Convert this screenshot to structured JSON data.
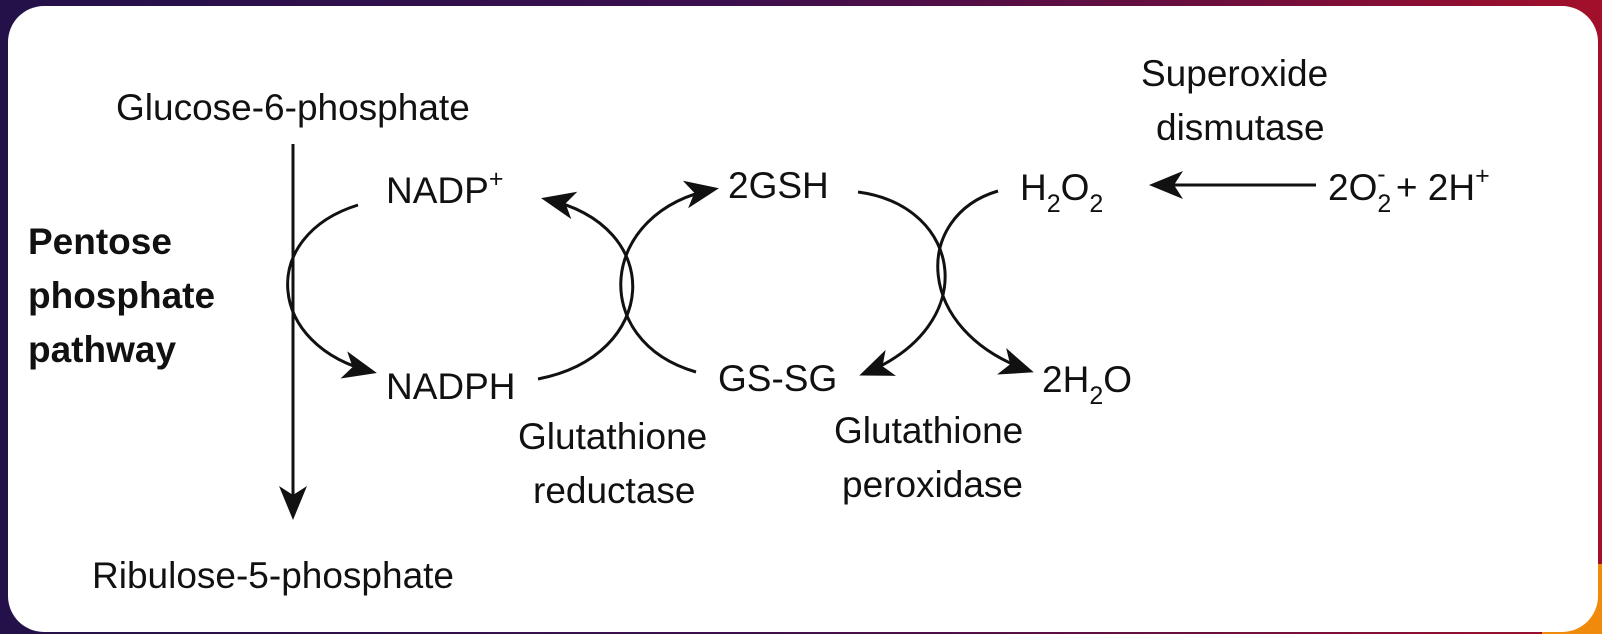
{
  "diagram": {
    "glucose6p": "Glucose-6-phosphate",
    "ribulose5p": "Ribulose-5-phosphate",
    "ppp_line1": "Pentose",
    "ppp_line2": "phosphate",
    "ppp_line3": "pathway",
    "nadp_base": "NADP",
    "nadp_sup": "+",
    "nadph": "NADPH",
    "gsh": "2GSH",
    "gssg": "GS-SG",
    "h2o2_h": "H",
    "h2o2_sub1": "2",
    "h2o2_o": "O",
    "h2o2_sub2": "2",
    "h2o_pre": "2H",
    "h2o_sub": "2",
    "h2o_o": "O",
    "superoxide_pre": "2O",
    "superoxide_sub": "2",
    "superoxide_sup": "-",
    "superoxide_mid": " + 2H",
    "superoxide_h_sup": "+",
    "sod_line1": "Superoxide",
    "sod_line2": "dismutase",
    "gr_line1": "Glutathione",
    "gr_line2": "reductase",
    "gpx_line1": "Glutathione",
    "gpx_line2": "peroxidase"
  }
}
